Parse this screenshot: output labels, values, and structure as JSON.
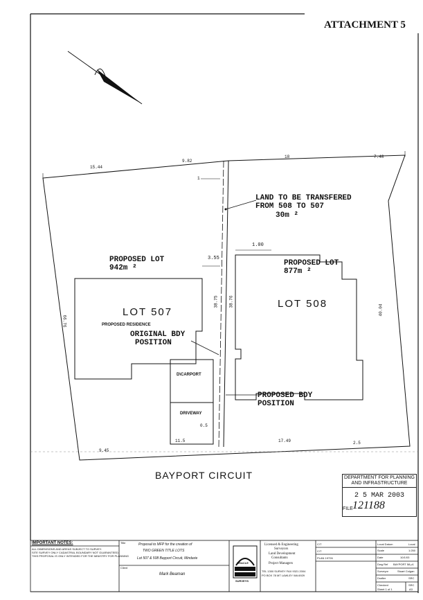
{
  "attachment": "ATTACHMENT 5",
  "north": "N",
  "dims": {
    "top_left": "15.44",
    "top_mid": "9.82",
    "top_right": "18",
    "top_far_right": "7.48",
    "left_side": "66.76",
    "right_side": "40.04",
    "mid_left": "38.75",
    "mid_right": "38.76",
    "offset_355": "3.55",
    "offset_100": "1.00",
    "bottom_left": "9.45",
    "bottom_mid_left": "11.5",
    "bottom_mid_right": "17.49",
    "bottom_right": "2.5",
    "driveway_offset": "0.5",
    "marker_1": "1"
  },
  "labels": {
    "transfer_l1": "LAND TO BE TRANSFERED",
    "transfer_l2": "FROM 508 TO 507",
    "transfer_area": "30m ²",
    "lot507_title": "PROPOSED LOT",
    "lot507_area": "942m ²",
    "lot508_title": "PROPOSED LOT",
    "lot508_area": "877m ²",
    "lot507": "LOT 507",
    "lot508": "LOT 508",
    "proposed_residence": "PROPOSED RESIDENCE",
    "orig_bdy_l1": "ORIGINAL BDY",
    "orig_bdy_l2": "POSITION",
    "prop_bdy_l1": "PROPOSED BDY",
    "prop_bdy_l2": "POSITION",
    "carport": "D\\CARPORT",
    "driveway": "DRIVEWAY",
    "street": "BAYPORT CIRCUIT"
  },
  "stamp": {
    "header_l1": "DEPARTMENT FOR PLANNING",
    "header_l2": "AND INFRASTRUCTURE",
    "date": "2 5 MAR 2003",
    "file": "FILE",
    "number": "121188"
  },
  "title_block": {
    "notes_title": "IMPORTANT NOTES:",
    "note1": "ALL DIMENSIONS AND AREAS SUBJECT TO SURVEY.",
    "note2": "SITE SURVEY ONLY CADASTRAL BOUNDARY NOT GUARANTEED.",
    "note3": "THIS PROPOSAL IS ONLY INTENDED FOR THE MINISTRY FOR PLANNING",
    "title_label": "Title",
    "proposal_l1": "Proposal to MFP for the creation of",
    "proposal_l2": "TWO GREEN TITLE LOTS",
    "proposal_l3": "Lot 507 & 508 Bayport Circuit, Mindarie",
    "client_label": "Client",
    "client": "Mark Beaman",
    "logo_l1": "ORACLE",
    "logo_l2": "SURVEYS",
    "firm_l1": "Licensed & Engineering",
    "firm_l2": "Surveyors",
    "firm_l3": "Land Development",
    "firm_l4": "Consultants",
    "firm_l5": "Project Managers",
    "phone": "TEL 1300 SURVEY  FAX 9321 2004",
    "address": "PO BOX 78 MT LAWLEY WA 6929",
    "ct1": "C/T",
    "ct2": "C/T",
    "plan": "PLAN 19726",
    "local_datum": "Local Datum",
    "local": "Local",
    "scale": "Scale",
    "scale_val": "1:250",
    "date": "Date",
    "date_val": "10/1/03",
    "dwg_ref": "Dwg Ref",
    "dwg_val": "BAYPORT 58 p1",
    "surveyor": "Surveyor",
    "surveyor_val": "Stuart Colgan",
    "drafter": "Drafter",
    "drafter_val": "SRC",
    "checked": "Checked",
    "checked_val": "SRC",
    "sheet": "Sheet 1 of 1",
    "size": "A3"
  }
}
